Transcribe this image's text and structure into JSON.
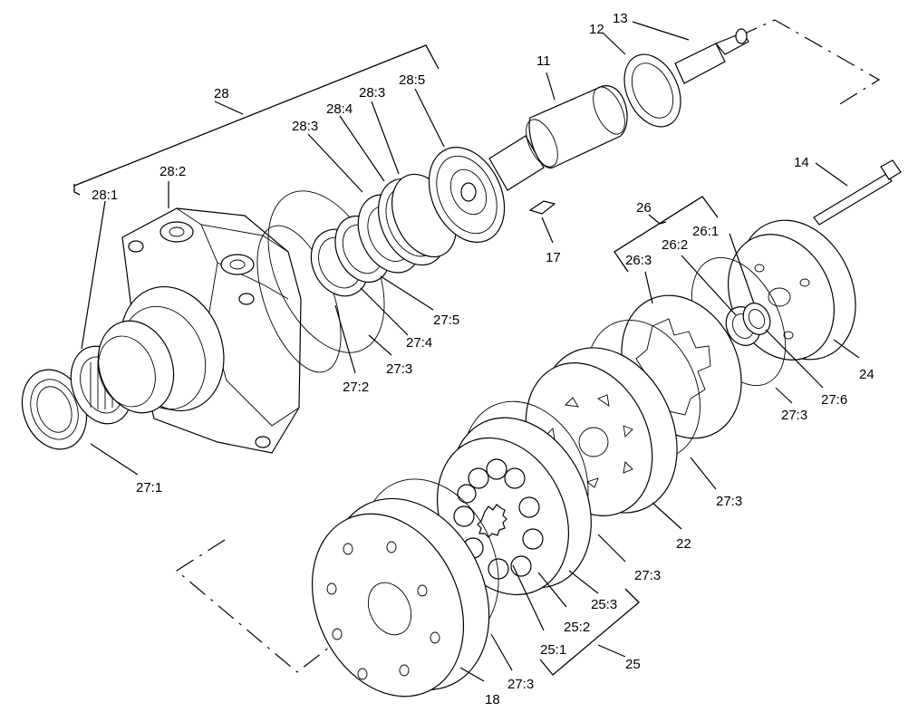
{
  "labels": {
    "p11": "11",
    "p12": "12",
    "p13": "13",
    "p14": "14",
    "p17": "17",
    "p18": "18",
    "p22": "22",
    "p24": "24",
    "p25": "25",
    "p26": "26",
    "p28": "28",
    "p25_1": "25:1",
    "p25_2": "25:2",
    "p25_3": "25:3",
    "p26_1": "26:1",
    "p26_2": "26:2",
    "p26_3": "26:3",
    "p27_1": "27:1",
    "p27_2": "27:2",
    "p27_3a": "27:3",
    "p27_3b": "27:3",
    "p27_3c": "27:3",
    "p27_3d": "27:3",
    "p27_3e": "27:3",
    "p27_4": "27:4",
    "p27_5": "27:5",
    "p27_6": "27:6",
    "p28_1": "28:1",
    "p28_2": "28:2",
    "p28_3a": "28:3",
    "p28_3b": "28:3",
    "p28_4": "28:4",
    "p28_5": "28:5"
  }
}
